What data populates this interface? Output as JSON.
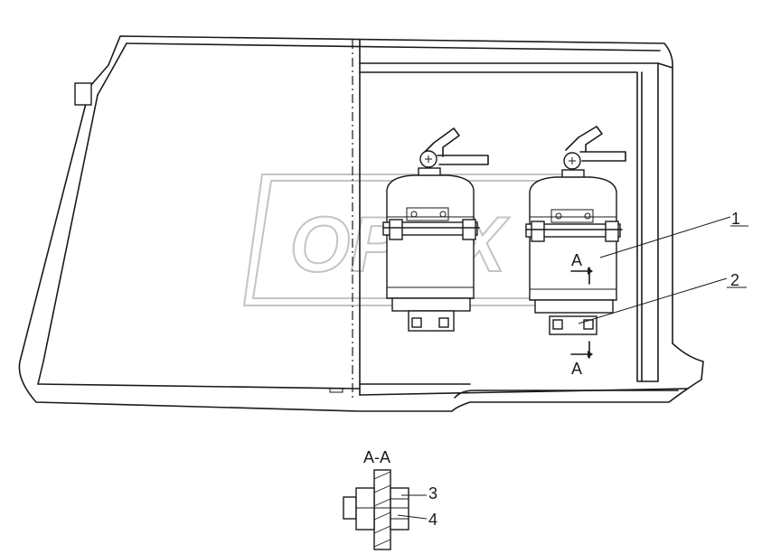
{
  "watermark": "OPEX",
  "callouts": [
    "1",
    "2",
    "3",
    "4"
  ],
  "section_marks": {
    "upper": "A",
    "lower": "A"
  },
  "section_title": "A-A"
}
